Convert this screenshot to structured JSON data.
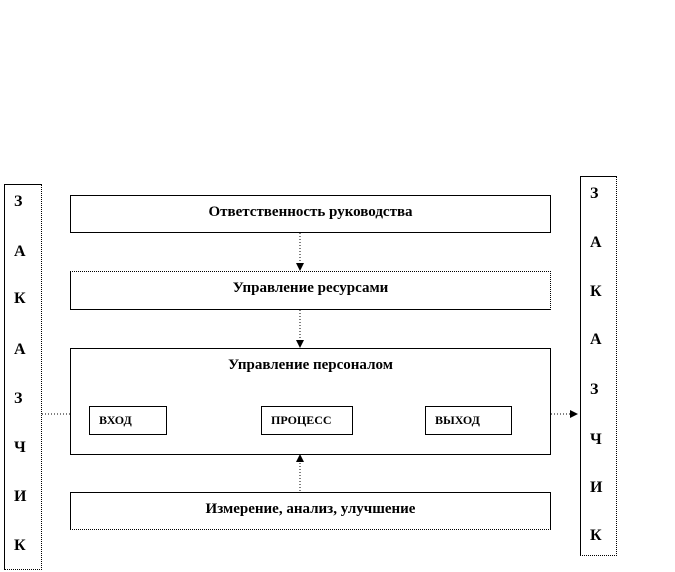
{
  "customer_left": {
    "letters": [
      "З",
      "А",
      "К",
      "А",
      "З",
      "Ч",
      "И",
      "К"
    ]
  },
  "customer_right": {
    "letters": [
      "З",
      "А",
      "К",
      "А",
      "З",
      "Ч",
      "И",
      "К"
    ]
  },
  "blocks": {
    "management_responsibility": "Ответственность руководства",
    "resource_management": "Управление ресурсами",
    "personnel_management": "Управление персоналом",
    "measurement": "Измерение, анализ, улучшение"
  },
  "process_chain": {
    "input": "ВХОД",
    "process": "ПРОЦЕСС",
    "output": "ВЫХОД"
  }
}
